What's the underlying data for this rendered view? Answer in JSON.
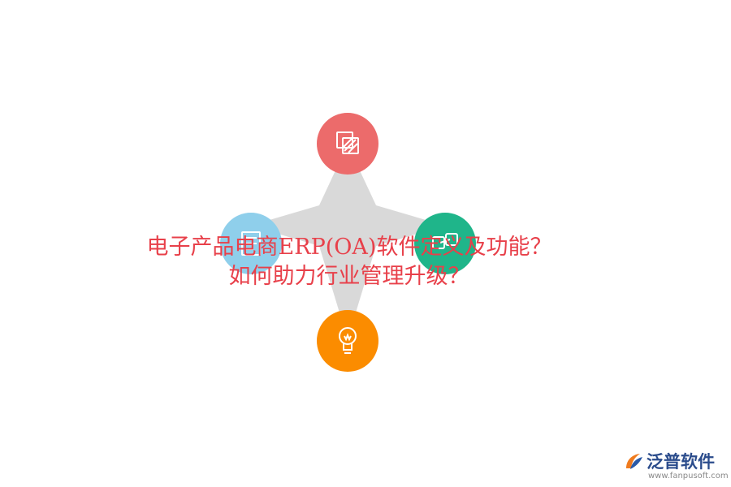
{
  "title": {
    "line1": "电子产品电商ERP(OA)软件定义及功能？",
    "line2": "如何助力行业管理升级？",
    "color": "#e8404a"
  },
  "diagram": {
    "star_color": "#d9d9d9",
    "nodes": [
      {
        "id": "top",
        "icon": "documents-icon",
        "color": "#ec6b6b"
      },
      {
        "id": "left",
        "icon": "document-icon",
        "color": "#8fcfeb"
      },
      {
        "id": "right",
        "icon": "link-icon",
        "color": "#1fb58a"
      },
      {
        "id": "bottom",
        "icon": "lightbulb-icon",
        "color": "#fb8c00"
      }
    ]
  },
  "logo": {
    "name": "泛普软件",
    "url": "www.fanpusoft.com",
    "name_color": "#2b4c8c",
    "url_color": "#8a8a8a",
    "mark_colors": [
      "#f07b1e",
      "#2b5aa6"
    ]
  }
}
